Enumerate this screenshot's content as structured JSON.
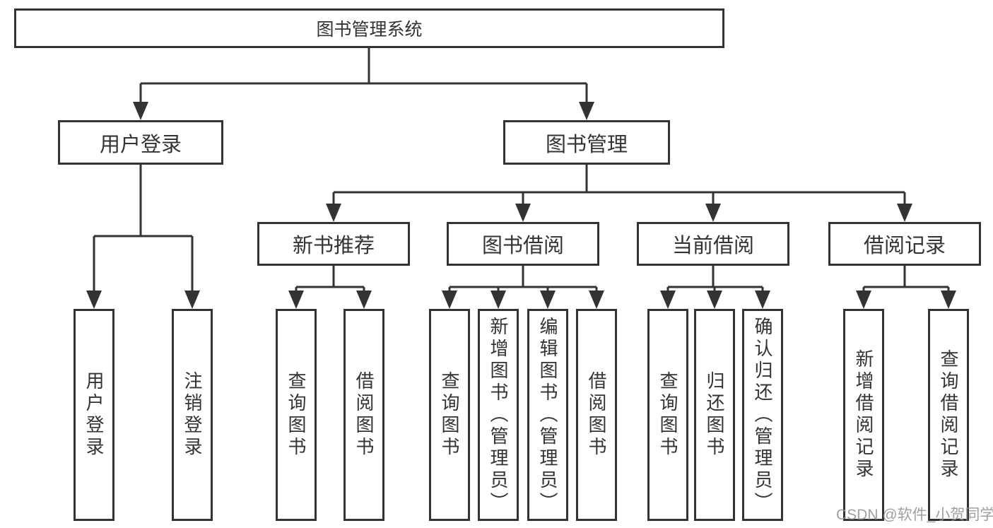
{
  "diagram": {
    "root": {
      "label": "图书管理系统"
    },
    "level2": {
      "user_login": {
        "label": "用户登录"
      },
      "book_management": {
        "label": "图书管理"
      }
    },
    "level3": {
      "new_book_recommend": {
        "label": "新书推荐"
      },
      "book_borrow": {
        "label": "图书借阅"
      },
      "current_borrow": {
        "label": "当前借阅"
      },
      "borrow_record": {
        "label": "借阅记录"
      }
    },
    "level4": {
      "user_login_children": [
        "用户登录",
        "注销登录"
      ],
      "new_book_recommend_children": [
        "查询图书",
        "借阅图书"
      ],
      "book_borrow_children": [
        "查询图书",
        "新增图书（管理员）",
        "编辑图书（管理员）",
        "借阅图书"
      ],
      "current_borrow_children": [
        "查询图书",
        "归还图书",
        "确认归还（管理员）"
      ],
      "borrow_record_children": [
        "新增借阅记录",
        "查询借阅记录"
      ]
    },
    "watermark": "CSDN @软件_小贺同学",
    "colors": {
      "line": "#333333",
      "text": "#333333",
      "background": "#ffffff",
      "watermark": "#918f8f"
    }
  }
}
